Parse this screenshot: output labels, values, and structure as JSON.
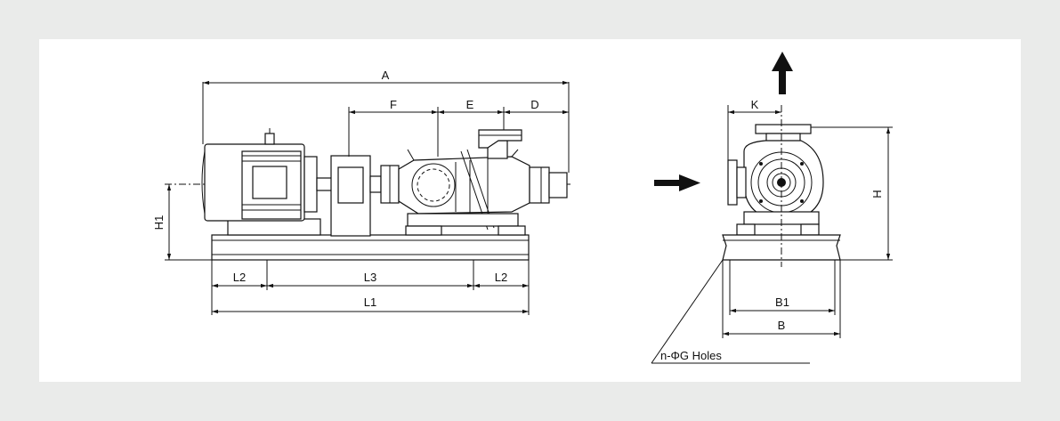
{
  "labels": {
    "A": "A",
    "F": "F",
    "E": "E",
    "D": "D",
    "H1": "H1",
    "L2_left": "L2",
    "L3": "L3",
    "L2_right": "L2",
    "L1": "L1",
    "K": "K",
    "H": "H",
    "B1": "B1",
    "B": "B",
    "holes": "n-ΦG Holes"
  },
  "icons": {
    "outlet_arrow": "arrow-up-icon",
    "inlet_arrow": "arrow-right-icon"
  }
}
